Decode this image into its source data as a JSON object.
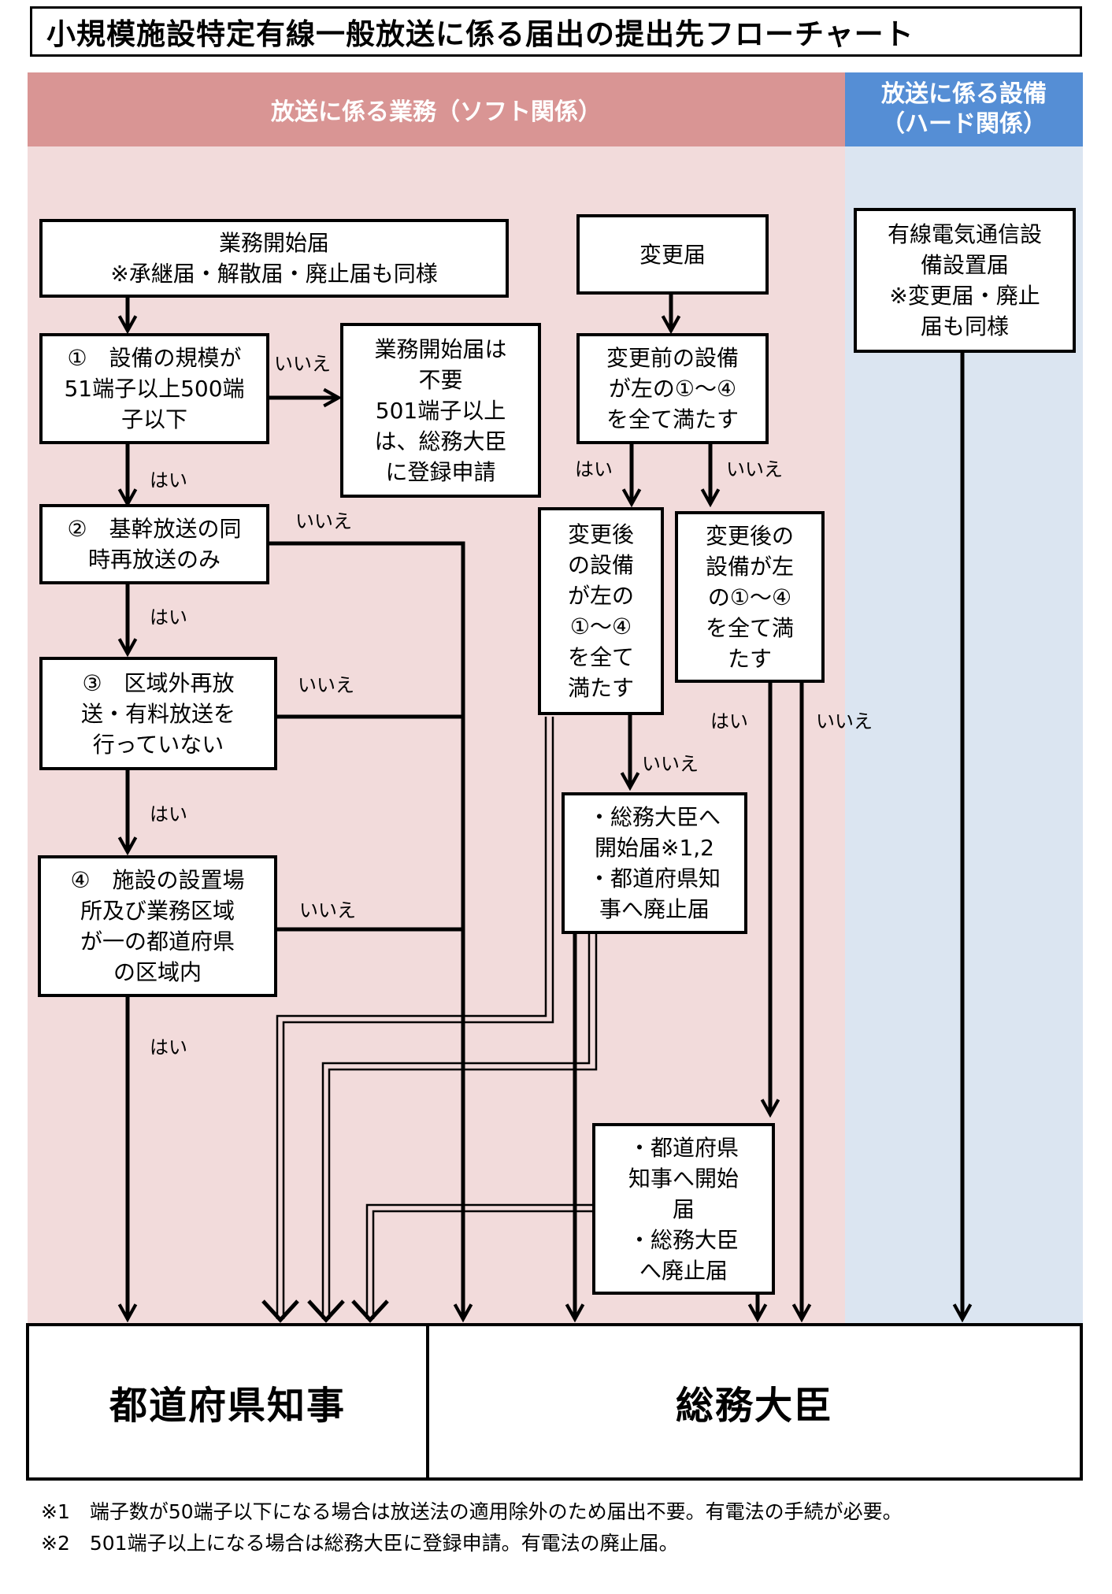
{
  "title": "小規模施設特定有線一般放送に係る届出の提出先フローチャート",
  "bands": {
    "soft": "放送に係る業務（ソフト関係）",
    "hard": [
      "放送に係る設備",
      "（ハード関係）"
    ]
  },
  "nodes": {
    "start": [
      "業務開始届",
      "※承継届・解散届・廃止届も同様"
    ],
    "q1": [
      "①　設備の規模が",
      "51端子以上500端",
      "子以下"
    ],
    "no_need": [
      "業務開始届は",
      "不要",
      "501端子以上",
      "は、総務大臣",
      "に登録申請"
    ],
    "q2": [
      "②　基幹放送の同",
      "時再放送のみ"
    ],
    "q3": [
      "③　区域外再放",
      "送・有料放送を",
      "行っていない"
    ],
    "q4": [
      "④　施設の設置場",
      "所及び業務区域",
      "が一の都道府県",
      "の区域内"
    ],
    "change": [
      "変更届"
    ],
    "change_before": [
      "変更前の設備",
      "が左の①～④",
      "を全て満たす"
    ],
    "after_yes_branch": [
      "変更後",
      "の設備",
      "が左の",
      "①～④",
      "を全て",
      "満たす"
    ],
    "after_no_branch": [
      "変更後の",
      "設備が左",
      "の①～④",
      "を全て満",
      "たす"
    ],
    "mic_start": [
      "・総務大臣へ",
      "開始届※1,2",
      "・都道府県知",
      "事へ廃止届"
    ],
    "pref_start": [
      "・都道府県",
      "知事へ開始",
      "届",
      "・総務大臣",
      "へ廃止届"
    ],
    "wired": [
      "有線電気通信設",
      "備設置届",
      "※変更届・廃止",
      "届も同様"
    ]
  },
  "labels": {
    "yes": "はい",
    "no": "いいえ"
  },
  "destinations": {
    "prefecture": "都道府県知事",
    "mic": "総務大臣"
  },
  "notes": [
    "※1　端子数が50端子以下になる場合は放送法の適用除外のため届出不要。有電法の手続が必要。",
    "※2　501端子以上になる場合は総務大臣に登録申請。有電法の廃止届。"
  ]
}
